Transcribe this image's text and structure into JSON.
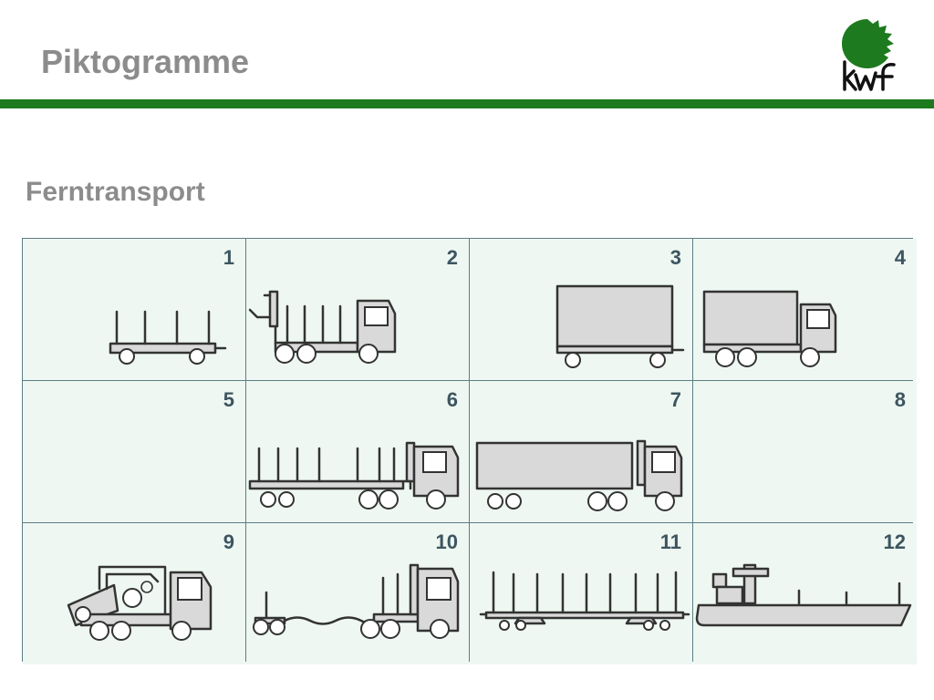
{
  "slide": {
    "title": "Piktogramme",
    "subtitle": "Ferntransport",
    "logo_text": "kwf"
  },
  "colors": {
    "title": "#8c8c8c",
    "rule": "#1e7a1e",
    "logo": "#1e7a1e",
    "cell_background": "#eef7f1",
    "grid_lines": "#5d7f87",
    "numbers": "#3d5560",
    "vehicle_fill": "#d9d9d9",
    "vehicle_stroke": "#333333"
  },
  "pictograms": [
    {
      "number": "1",
      "icon": "stanchion-trailer-icon"
    },
    {
      "number": "2",
      "icon": "timber-truck-with-crane-icon"
    },
    {
      "number": "3",
      "icon": "box-trailer-icon"
    },
    {
      "number": "4",
      "icon": "box-truck-icon"
    },
    {
      "number": "5",
      "icon": ""
    },
    {
      "number": "6",
      "icon": "timber-truck-with-trailer-icon"
    },
    {
      "number": "7",
      "icon": "box-truck-with-trailer-icon"
    },
    {
      "number": "8",
      "icon": ""
    },
    {
      "number": "9",
      "icon": "chip-container-truck-icon"
    },
    {
      "number": "10",
      "icon": "long-timber-truck-icon"
    },
    {
      "number": "11",
      "icon": "railway-stanchion-wagon-icon"
    },
    {
      "number": "12",
      "icon": "cargo-ship-icon"
    }
  ]
}
